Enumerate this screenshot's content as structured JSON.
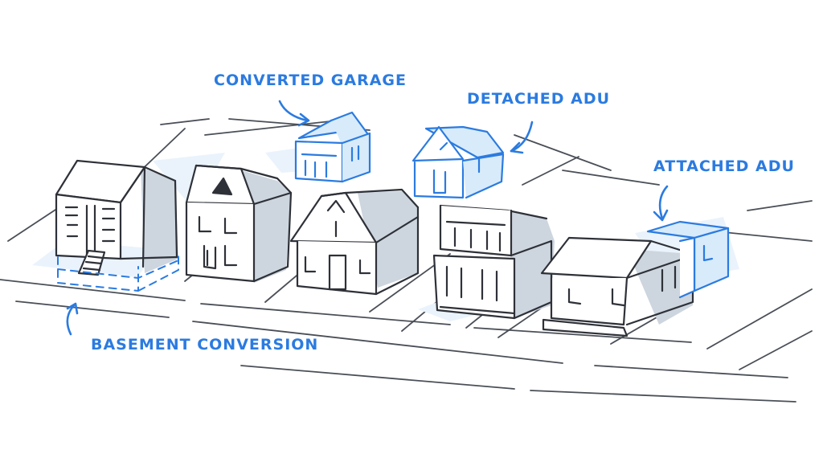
{
  "labels": {
    "converted_garage": "CONVERTED GARAGE",
    "detached_adu": "DETACHED ADU",
    "attached_adu": "ATTACHED ADU",
    "basement_conversion": "BASEMENT CONVERSION"
  },
  "colors": {
    "accent": "#2b7be0",
    "ink": "#2e3138",
    "accent_fill": "#d8ebfb",
    "shade": "#cdd5de",
    "shade_light": "#e3eaf1",
    "lot_wash": "#eaf3fc"
  }
}
